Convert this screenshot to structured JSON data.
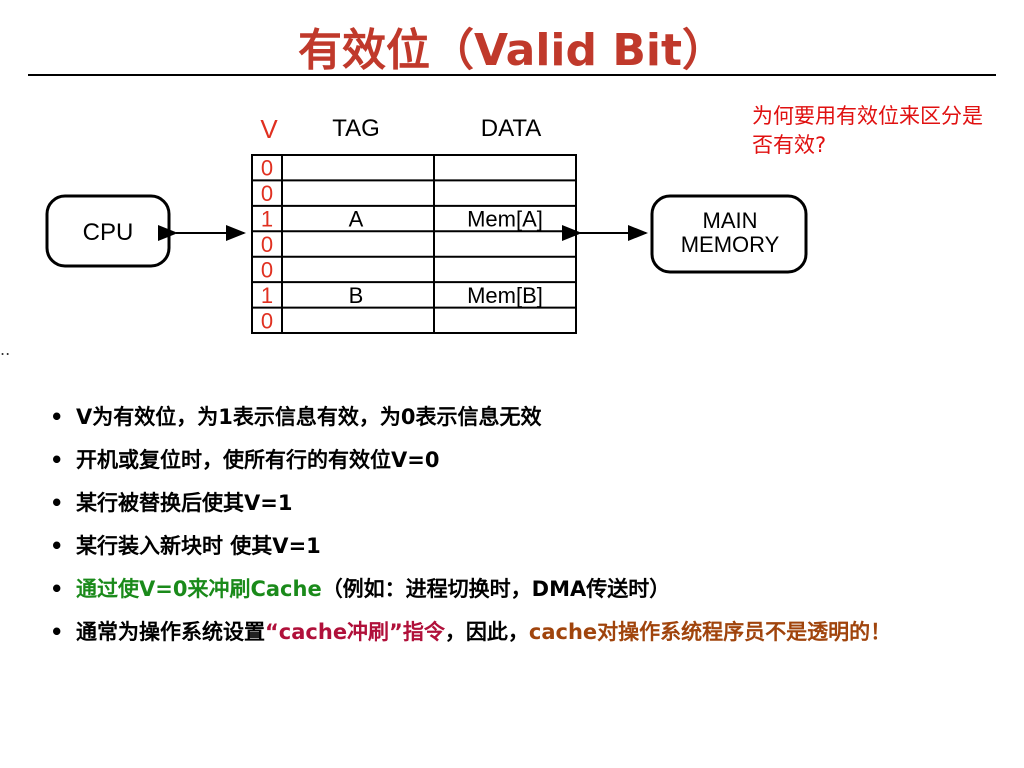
{
  "title": "有效位（Valid Bit）",
  "note": "为何要用有效位来区分是否有效?",
  "diagram": {
    "cpu_label": "CPU",
    "memory_line1": "MAIN",
    "memory_line2": "MEMORY",
    "header_v": "V",
    "header_tag": "TAG",
    "header_data": "DATA",
    "rows": [
      {
        "v": "0",
        "tag": "",
        "data": ""
      },
      {
        "v": "0",
        "tag": "",
        "data": ""
      },
      {
        "v": "1",
        "tag": "A",
        "data": "Mem[A]"
      },
      {
        "v": "0",
        "tag": "",
        "data": ""
      },
      {
        "v": "0",
        "tag": "",
        "data": ""
      },
      {
        "v": "1",
        "tag": "B",
        "data": "Mem[B]"
      },
      {
        "v": "0",
        "tag": "",
        "data": ""
      }
    ]
  },
  "dots": "..",
  "bullets": {
    "dot": "•",
    "b1": "V为有效位，为1表示信息有效，为0表示信息无效",
    "b2": "开机或复位时，使所有行的有效位V=0",
    "b3": "某行被替换后使其V=1",
    "b4": "某行装入新块时 使其V=1",
    "b5_green": "通过使V=0来冲刷Cache",
    "b5_rest": "（例如：进程切换时，DMA传送时）",
    "b6_a": "通常为操作系统设置",
    "b6_b": "“cache冲刷”指令",
    "b6_c": "，因此，",
    "b6_d": "cache对操作系统程序员不是透明的！"
  },
  "colors": {
    "title": "#c0392b",
    "note": "#e01010",
    "v_column": "#e03020",
    "green": "#1a8a1a",
    "crimson": "#b0103a",
    "brown": "#a0440c"
  }
}
